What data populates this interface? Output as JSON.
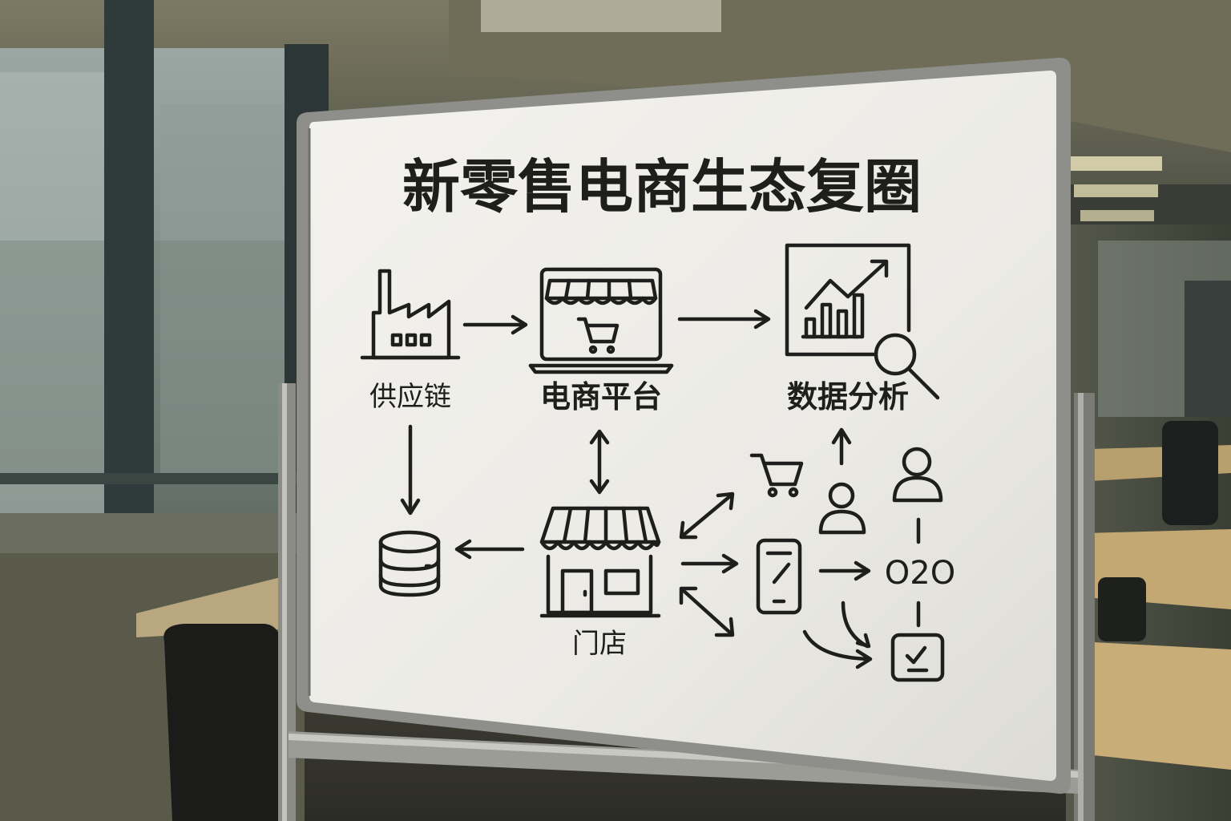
{
  "board": {
    "title": "新零售电商生态复圈",
    "nodes": {
      "supply_chain": "供应链",
      "ecommerce_platform": "电商平台",
      "data_analysis": "数据分析",
      "store": "门店",
      "o2o": "O2O"
    }
  },
  "icons": [
    "factory-icon",
    "laptop-storefront-icon",
    "chart-magnifier-icon",
    "database-icon",
    "storefront-icon",
    "shopping-cart-icon",
    "smartphone-icon",
    "user-icon",
    "checklist-icon"
  ]
}
